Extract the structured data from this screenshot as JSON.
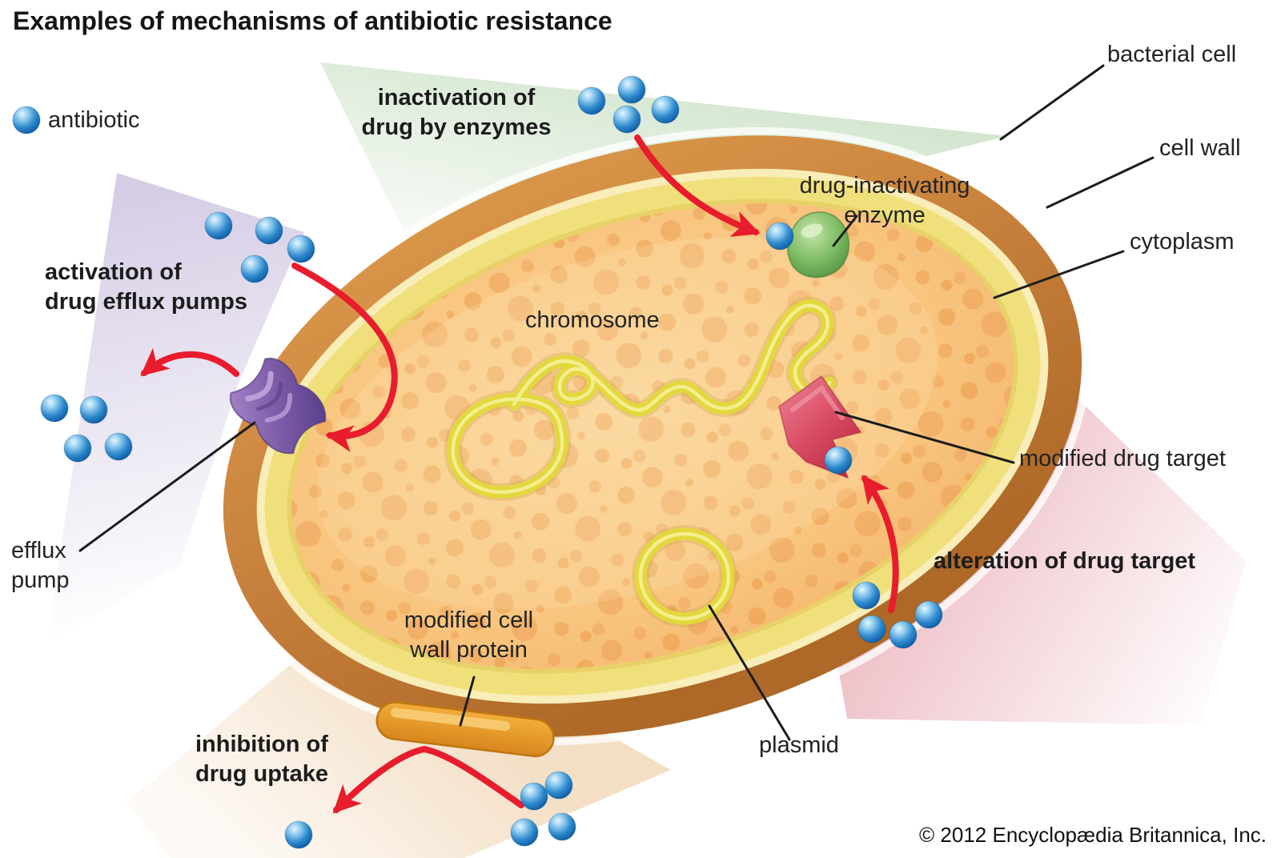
{
  "title": "Examples of mechanisms of antibiotic resistance",
  "legend": {
    "antibiotic": "antibiotic"
  },
  "cell_parts": {
    "bacterial_cell": "bacterial cell",
    "cell_wall": "cell wall",
    "cytoplasm": "cytoplasm",
    "chromosome": "chromosome",
    "plasmid": "plasmid",
    "efflux_pump": "efflux\npump",
    "drug_inactivating_enzyme": "drug-inactivating\nenzyme",
    "modified_drug_target": "modified drug target",
    "modified_cell_wall_protein": "modified cell\nwall protein"
  },
  "mechanisms": {
    "inactivation": "inactivation of\ndrug by enzymes",
    "efflux": "activation of\ndrug efflux pumps",
    "alteration": "alteration of drug target",
    "uptake": "inhibition of\ndrug uptake"
  },
  "copyright": "© 2012 Encyclopædia Britannica, Inc.",
  "colors": {
    "antibiotic_sphere": "#2E86C8",
    "arrow_red": "#E81C2C",
    "cell_wall_brown": "#C8813C",
    "inner_membrane_yellow": "#EFE07E",
    "cytoplasm_orange": "#F7C37B",
    "chromosome_yellow": "#E3D83B",
    "enzyme_green": "#7CBB63",
    "efflux_pump_purple": "#7B5BA6",
    "drug_target_red": "#D84C63",
    "wall_protein_orange": "#E99B27"
  }
}
